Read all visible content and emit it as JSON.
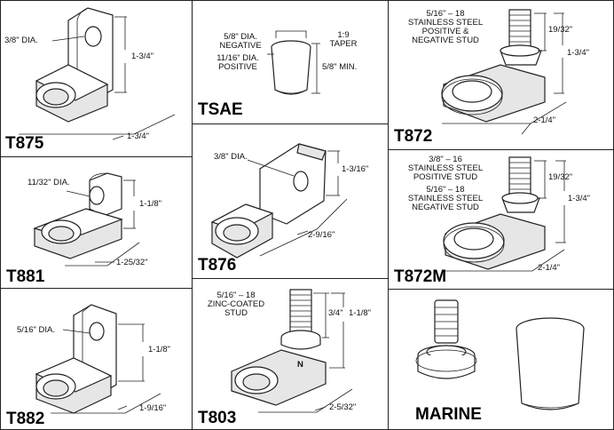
{
  "panels": {
    "t875": {
      "code": "T875",
      "hole": "3/8\" DIA.",
      "height": "1-3/4\"",
      "width": "1-3/4\""
    },
    "tsae": {
      "code": "TSAE",
      "neg": [
        "5/8\" DIA.",
        "NEGATIVE"
      ],
      "pos": [
        "11/16\" DIA.",
        "POSITIVE"
      ],
      "taper": [
        "1:9",
        "TAPER"
      ],
      "min": "5/8\" MIN."
    },
    "t872": {
      "code": "T872",
      "stud": [
        "5/16\" – 18",
        "STAINLESS STEEL",
        "POSITIVE &",
        "NEGATIVE STUD"
      ],
      "stud_h": "19/32\"",
      "height": "1-3/4\"",
      "width": "2-1/4\""
    },
    "t881": {
      "code": "T881",
      "hole": "11/32\" DIA.",
      "height": "1-1/8\"",
      "width": "1-25/32\""
    },
    "t876": {
      "code": "T876",
      "hole": "3/8\" DIA.",
      "height": "1-3/16\"",
      "width": "2-9/16\""
    },
    "t872m": {
      "code": "T872M",
      "pos": [
        "3/8\" – 16",
        "STAINLESS STEEL",
        "POSITIVE STUD"
      ],
      "neg": [
        "5/16\" – 18",
        "STAINLESS STEEL",
        "NEGATIVE STUD"
      ],
      "stud_h": "19/32\"",
      "height": "1-3/4\"",
      "width": "2-1/4\""
    },
    "t882": {
      "code": "T882",
      "hole": "5/16\" DIA.",
      "height": "1-1/8\"",
      "width": "1-9/16\""
    },
    "t803": {
      "code": "T803",
      "stud": [
        "5/16\" – 18",
        "ZINC-COATED",
        "STUD"
      ],
      "stud_h": "3/4\"",
      "height": "1-1/8\"",
      "width": "2-5/32\"",
      "mark": "N"
    },
    "marine": {
      "code": "MARINE"
    }
  }
}
